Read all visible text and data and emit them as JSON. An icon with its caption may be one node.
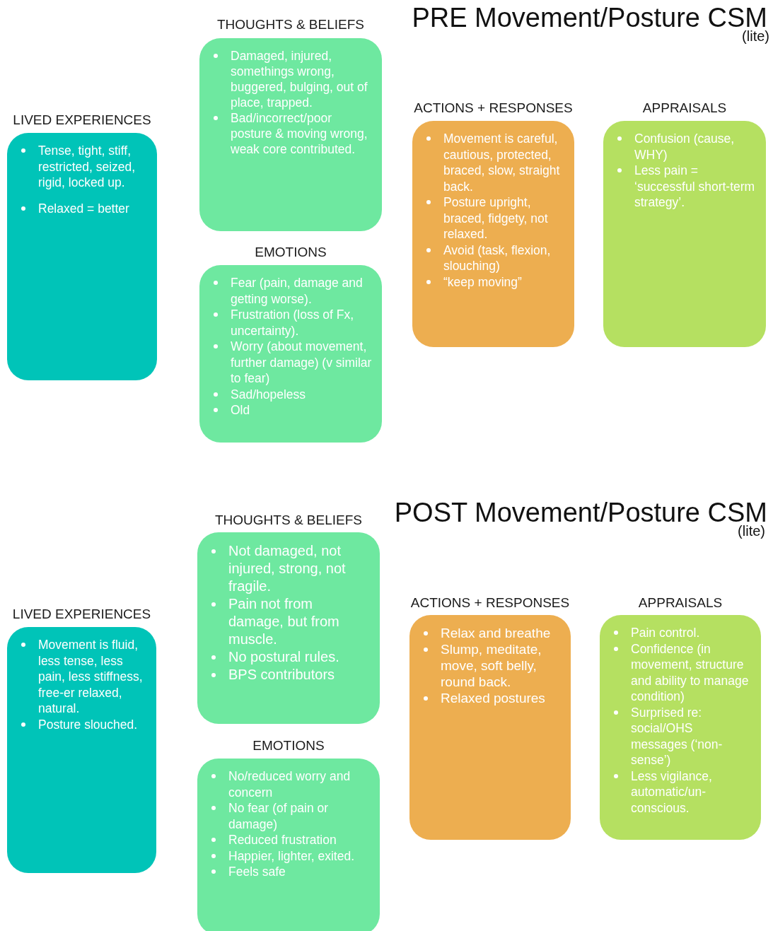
{
  "diagram": {
    "nodes": [
      {
        "text": [
          "THOUGHTS & BELIEFS",
          "Damaged, injured, somethings wrong, buggered, bulging, out of place, trapped.",
          "Bad/incorrect/poor posture & moving wrong, weak core contributed."
        ]
      },
      {
        "text": [
          "LIVED EXPERIENCES",
          "Tense, tight, stiff, restricted, seized, rigid, locked up.",
          "Relaxed = better"
        ]
      },
      {
        "text": [
          "ACTIONS + RESPONSES",
          "Movement is careful, cautious, protected, braced, slow, straight back.",
          "Posture upright, braced, fidgety, not relaxed.",
          "Avoid (task, flexion, slouching)",
          "“keep moving”"
        ]
      },
      {
        "text": [
          "APPRAISALS",
          "Confusion (cause, WHY)",
          "Less pain = ‘successful short-term strategy’."
        ]
      },
      {
        "text": [
          "EMOTIONS",
          "Fear (pain, damage and getting worse).",
          "Frustration (loss of Fx, uncertainty).",
          "Worry (about movement, further damage) (v similar to fear)",
          "Sad/hopeless",
          "Old"
        ]
      },
      {
        "text": [
          "THOUGHTS & BELIEFS",
          "Not damaged, not injured, strong, not fragile.",
          "Pain not from damage, but from muscle.",
          "No postural rules.",
          "BPS contributors"
        ]
      },
      {
        "text": [
          "ACTIONS + RESPONSES",
          "Relax and breathe",
          "Slump, meditate, move, soft belly, round back.",
          "Relaxed postures"
        ]
      },
      {
        "text": [
          "APPRAISALS",
          "Pain control.",
          "Confidence (in movement, structure and ability to manage condition)",
          "Surprised re: social/OHS messages (‘non-sense’)",
          "Less vigilance, automatic/un-conscious."
        ]
      },
      {
        "text": [
          "LIVED EXPERIENCES",
          "Movement is fluid, less tense, less pain, less stiffness, free-er relaxed, natural.",
          "Posture slouched."
        ]
      },
      {
        "text": [
          "EMOTIONS",
          "No/reduced worry and concern",
          "No fear (of pain or damage)",
          "Reduced frustration",
          "Happier, lighter, exited.",
          "Feels safe"
        ]
      }
    ],
    "labels": [
      "PRE Movement/Posture CSM",
      "(lite)",
      "POST Movement/Posture CSM",
      "(lite)"
    ]
  }
}
